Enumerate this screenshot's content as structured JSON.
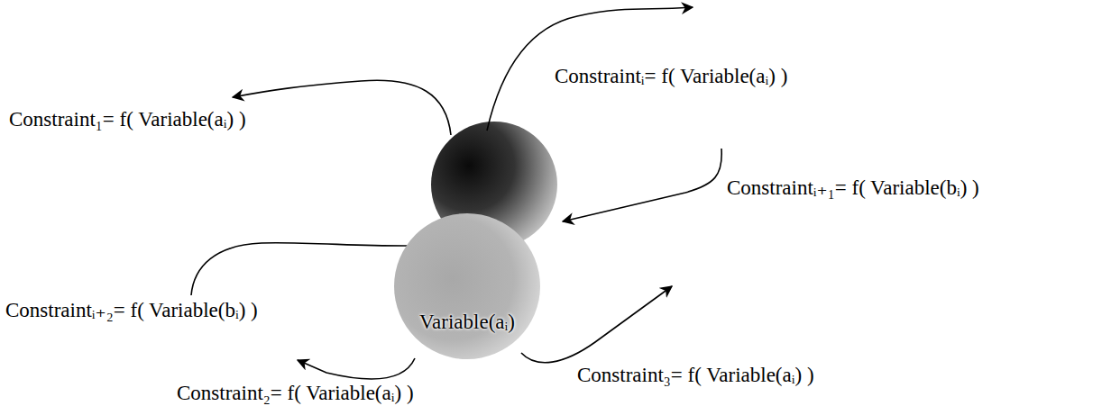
{
  "diagram": {
    "nodes": [
      {
        "text": [
          "Variable(aᵢ)"
        ]
      }
    ],
    "labels": [
      "Constraintᵢ= f( Variable(aᵢ) )",
      "Constraint₁= f( Variable(aᵢ) )",
      "Constraintᵢ₊₁= f( Variable(bᵢ) )",
      "Constraintᵢ₊₂= f( Variable(bᵢ) )",
      "Constraint₃= f( Variable(aᵢ) )",
      "Constraint₂= f( Variable(aᵢ) )"
    ]
  }
}
